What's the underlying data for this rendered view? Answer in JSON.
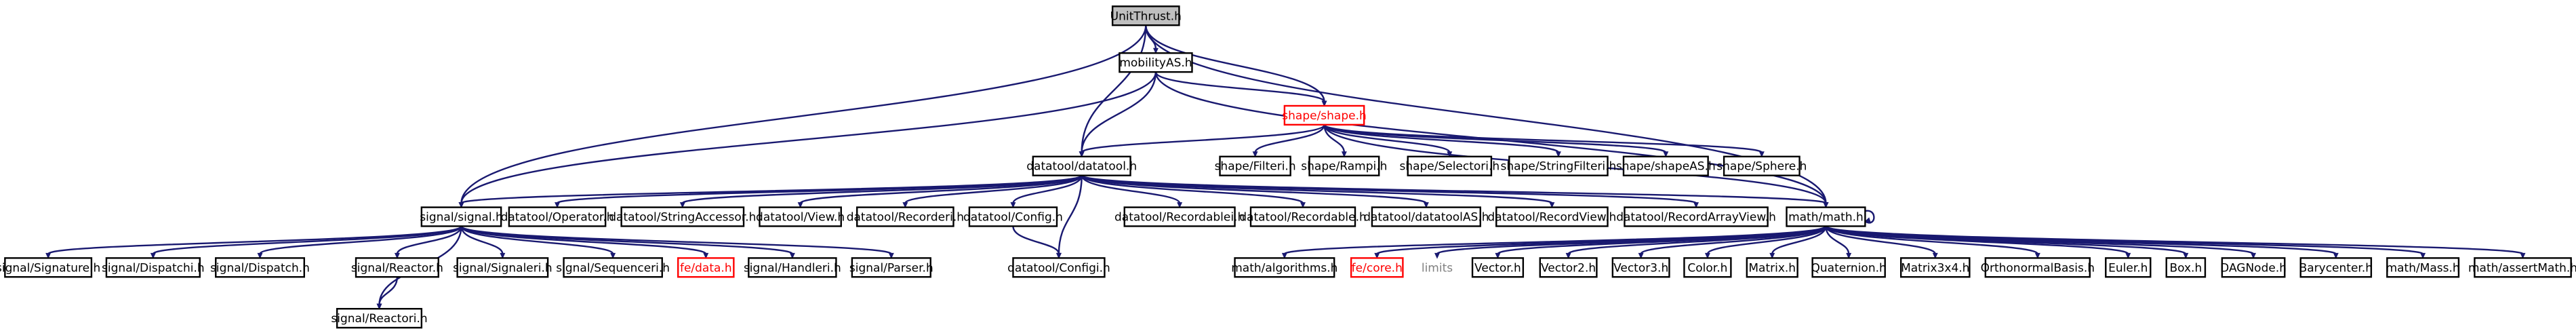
{
  "nodes": [
    {
      "id": "UnitThrust.h",
      "label": "UnitThrust.h",
      "style": "root"
    },
    {
      "id": "mobilityAS.h",
      "label": "mobilityAS.h"
    },
    {
      "id": "shape/shape.h",
      "label": "shape/shape.h",
      "style": "missing"
    },
    {
      "id": "datatool/datatool.h",
      "label": "datatool/datatool.h"
    },
    {
      "id": "signal/signal.h",
      "label": "signal/signal.h"
    },
    {
      "id": "math/math.h",
      "label": "math/math.h"
    },
    {
      "id": "shape/Filteri.h",
      "label": "shape/Filteri.h"
    },
    {
      "id": "shape/Rampi.h",
      "label": "shape/Rampi.h"
    },
    {
      "id": "shape/Selectori.h",
      "label": "shape/Selectori.h"
    },
    {
      "id": "shape/StringFilteri.h",
      "label": "shape/StringFilteri.h"
    },
    {
      "id": "shape/shapeAS.h",
      "label": "shape/shapeAS.h"
    },
    {
      "id": "shape/Sphere.h",
      "label": "shape/Sphere.h"
    },
    {
      "id": "datatool/Operator.h",
      "label": "datatool/Operator.h"
    },
    {
      "id": "datatool/StringAccessor.h",
      "label": "datatool/StringAccessor.h"
    },
    {
      "id": "datatool/View.h",
      "label": "datatool/View.h"
    },
    {
      "id": "datatool/Recorderi.h",
      "label": "datatool/Recorderi.h"
    },
    {
      "id": "datatool/Config.h",
      "label": "datatool/Config.h"
    },
    {
      "id": "datatool/Recordablei.h",
      "label": "datatool/Recordablei.h"
    },
    {
      "id": "datatool/Recordable.h",
      "label": "datatool/Recordable.h"
    },
    {
      "id": "datatool/datatoolAS.h",
      "label": "datatool/datatoolAS.h"
    },
    {
      "id": "datatool/RecordView.h",
      "label": "datatool/RecordView.h"
    },
    {
      "id": "datatool/RecordArrayView.h",
      "label": "datatool/RecordArrayView.h"
    },
    {
      "id": "datatool/Configi.h",
      "label": "datatool/Configi.h"
    },
    {
      "id": "signal/Signature.h",
      "label": "signal/Signature.h"
    },
    {
      "id": "signal/Dispatchi.h",
      "label": "signal/Dispatchi.h"
    },
    {
      "id": "signal/Dispatch.h",
      "label": "signal/Dispatch.h"
    },
    {
      "id": "signal/Reactor.h",
      "label": "signal/Reactor.h"
    },
    {
      "id": "signal/Signaleri.h",
      "label": "signal/Signaleri.h"
    },
    {
      "id": "signal/Sequenceri.h",
      "label": "signal/Sequenceri.h"
    },
    {
      "id": "fe/data.h",
      "label": "fe/data.h",
      "style": "missing"
    },
    {
      "id": "signal/Handleri.h",
      "label": "signal/Handleri.h"
    },
    {
      "id": "signal/Parser.h",
      "label": "signal/Parser.h"
    },
    {
      "id": "signal/Reactori.h",
      "label": "signal/Reactori.h"
    },
    {
      "id": "math/algorithms.h",
      "label": "math/algorithms.h"
    },
    {
      "id": "fe/core.h",
      "label": "fe/core.h",
      "style": "missing"
    },
    {
      "id": "limits",
      "label": "limits",
      "style": "plain"
    },
    {
      "id": "Vector.h",
      "label": "Vector.h"
    },
    {
      "id": "Vector2.h",
      "label": "Vector2.h"
    },
    {
      "id": "Vector3.h",
      "label": "Vector3.h"
    },
    {
      "id": "Color.h",
      "label": "Color.h"
    },
    {
      "id": "Matrix.h",
      "label": "Matrix.h"
    },
    {
      "id": "Quaternion.h",
      "label": "Quaternion.h"
    },
    {
      "id": "Matrix3x4.h",
      "label": "Matrix3x4.h"
    },
    {
      "id": "OrthonormalBasis.h",
      "label": "OrthonormalBasis.h"
    },
    {
      "id": "Euler.h",
      "label": "Euler.h"
    },
    {
      "id": "Box.h",
      "label": "Box.h"
    },
    {
      "id": "DAGNode.h",
      "label": "DAGNode.h"
    },
    {
      "id": "Barycenter.h",
      "label": "Barycenter.h"
    },
    {
      "id": "math/Mass.h",
      "label": "math/Mass.h"
    },
    {
      "id": "math/assertMath.h",
      "label": "math/assertMath.h"
    }
  ],
  "edges": [
    [
      "UnitThrust.h",
      "mobilityAS.h"
    ],
    [
      "UnitThrust.h",
      "shape/shape.h"
    ],
    [
      "UnitThrust.h",
      "datatool/datatool.h"
    ],
    [
      "UnitThrust.h",
      "signal/signal.h"
    ],
    [
      "UnitThrust.h",
      "math/math.h"
    ],
    [
      "mobilityAS.h",
      "shape/shape.h"
    ],
    [
      "mobilityAS.h",
      "datatool/datatool.h"
    ],
    [
      "mobilityAS.h",
      "signal/signal.h"
    ],
    [
      "mobilityAS.h",
      "math/math.h"
    ],
    [
      "shape/shape.h",
      "datatool/datatool.h"
    ],
    [
      "shape/shape.h",
      "math/math.h"
    ],
    [
      "shape/shape.h",
      "shape/Filteri.h"
    ],
    [
      "shape/shape.h",
      "shape/Rampi.h"
    ],
    [
      "shape/shape.h",
      "shape/Selectori.h"
    ],
    [
      "shape/shape.h",
      "shape/StringFilteri.h"
    ],
    [
      "shape/shape.h",
      "shape/shapeAS.h"
    ],
    [
      "shape/shape.h",
      "shape/Sphere.h"
    ],
    [
      "datatool/datatool.h",
      "signal/signal.h"
    ],
    [
      "datatool/datatool.h",
      "datatool/Operator.h"
    ],
    [
      "datatool/datatool.h",
      "datatool/StringAccessor.h"
    ],
    [
      "datatool/datatool.h",
      "datatool/View.h"
    ],
    [
      "datatool/datatool.h",
      "datatool/Recorderi.h"
    ],
    [
      "datatool/datatool.h",
      "datatool/Config.h"
    ],
    [
      "datatool/datatool.h",
      "datatool/Configi.h"
    ],
    [
      "datatool/datatool.h",
      "datatool/Recordablei.h"
    ],
    [
      "datatool/datatool.h",
      "datatool/Recordable.h"
    ],
    [
      "datatool/datatool.h",
      "datatool/datatoolAS.h"
    ],
    [
      "datatool/datatool.h",
      "datatool/RecordView.h"
    ],
    [
      "datatool/datatool.h",
      "datatool/RecordArrayView.h"
    ],
    [
      "datatool/datatool.h",
      "math/math.h"
    ],
    [
      "datatool/Config.h",
      "datatool/Configi.h"
    ],
    [
      "signal/signal.h",
      "signal/Signature.h"
    ],
    [
      "signal/signal.h",
      "signal/Dispatchi.h"
    ],
    [
      "signal/signal.h",
      "signal/Dispatch.h"
    ],
    [
      "signal/signal.h",
      "signal/Reactor.h"
    ],
    [
      "signal/signal.h",
      "signal/Reactori.h"
    ],
    [
      "signal/signal.h",
      "signal/Signaleri.h"
    ],
    [
      "signal/signal.h",
      "signal/Sequenceri.h"
    ],
    [
      "signal/signal.h",
      "fe/data.h"
    ],
    [
      "signal/signal.h",
      "signal/Handleri.h"
    ],
    [
      "signal/signal.h",
      "signal/Parser.h"
    ],
    [
      "signal/Reactor.h",
      "signal/Reactori.h"
    ],
    [
      "math/math.h",
      "math/math.h"
    ],
    [
      "math/math.h",
      "math/algorithms.h"
    ],
    [
      "math/math.h",
      "fe/core.h"
    ],
    [
      "math/math.h",
      "limits"
    ],
    [
      "math/math.h",
      "Vector.h"
    ],
    [
      "math/math.h",
      "Vector2.h"
    ],
    [
      "math/math.h",
      "Vector3.h"
    ],
    [
      "math/math.h",
      "Color.h"
    ],
    [
      "math/math.h",
      "Matrix.h"
    ],
    [
      "math/math.h",
      "Quaternion.h"
    ],
    [
      "math/math.h",
      "Matrix3x4.h"
    ],
    [
      "math/math.h",
      "OrthonormalBasis.h"
    ],
    [
      "math/math.h",
      "Euler.h"
    ],
    [
      "math/math.h",
      "Box.h"
    ],
    [
      "math/math.h",
      "DAGNode.h"
    ],
    [
      "math/math.h",
      "Barycenter.h"
    ],
    [
      "math/math.h",
      "math/Mass.h"
    ],
    [
      "math/math.h",
      "math/assertMath.h"
    ]
  ],
  "colors": {
    "edge": "#191970",
    "node_border": "#000000",
    "root_fill": "#bfbfbf",
    "missing_border": "#ff0000",
    "plain_text": "#808080"
  }
}
